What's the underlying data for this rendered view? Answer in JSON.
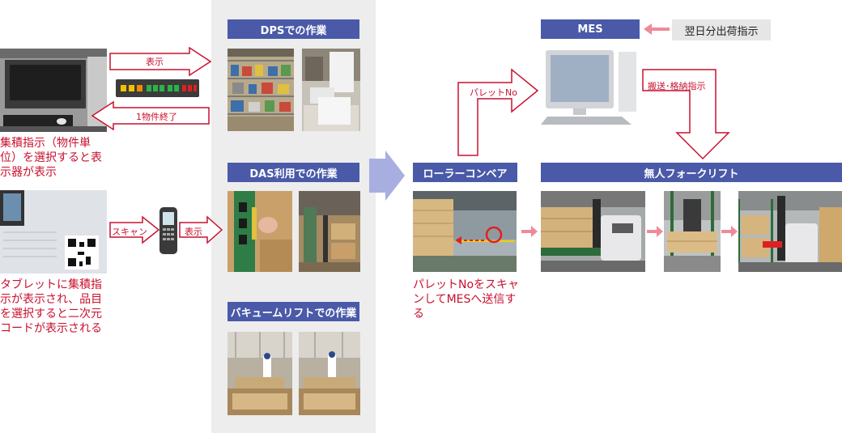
{
  "headers": {
    "dps": "DPSでの作業",
    "das": "DAS利用での作業",
    "vacuum": "バキュームリフトでの作業",
    "mes": "MES",
    "roller": "ローラーコンベア",
    "forklift": "無人フォークリフト"
  },
  "arrows": {
    "display_top": "表示",
    "done": "1物件終了",
    "scan": "スキャン",
    "display_bottom": "表示",
    "pallet_no": "パレットNo",
    "transport": "搬送･格納指示"
  },
  "next_day_label": "翌日分出荷指示",
  "captions": {
    "terminal": "集積指示（物件単位）を選択すると表示器が表示",
    "tablet": "タブレットに集積指示が表示され、品目を選択すると二次元コードが表示される",
    "roller": "パレットNoをスキャンしてMESへ送信する"
  },
  "colors": {
    "header_bg": "#4a5aa8",
    "accent_red": "#c8102e",
    "flow_arrow": "#a9aee0",
    "pink_arrow": "#ee8a9a"
  }
}
